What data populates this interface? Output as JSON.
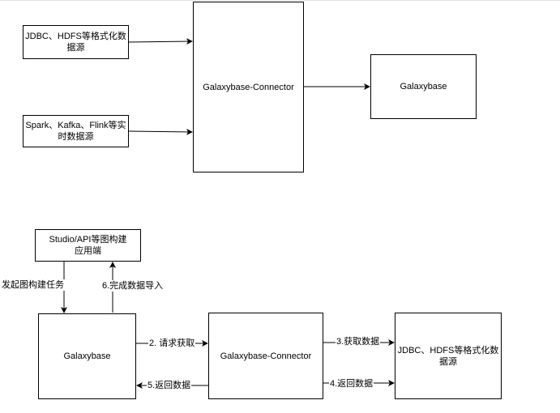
{
  "top_diagram": {
    "source_structured": "JDBC、HDFS等格式化数据源",
    "source_realtime": "Spark、Kafka、Flink等实时数据源",
    "connector": "Galaxybase-Connector",
    "target": "Galaxybase"
  },
  "bottom_diagram": {
    "client": "Studio/API等图构建应用端",
    "galaxybase": "Galaxybase",
    "connector": "Galaxybase-Connector",
    "datasource": "JDBC、HDFS等格式化数据源",
    "edge_labels": {
      "initiate": "发起图构建任务",
      "complete": "6.完成数据导入",
      "request": "2. 请求获取",
      "fetch": "3.获取数据",
      "return4": "4.返回数据",
      "return5": "5.返回数据"
    }
  }
}
